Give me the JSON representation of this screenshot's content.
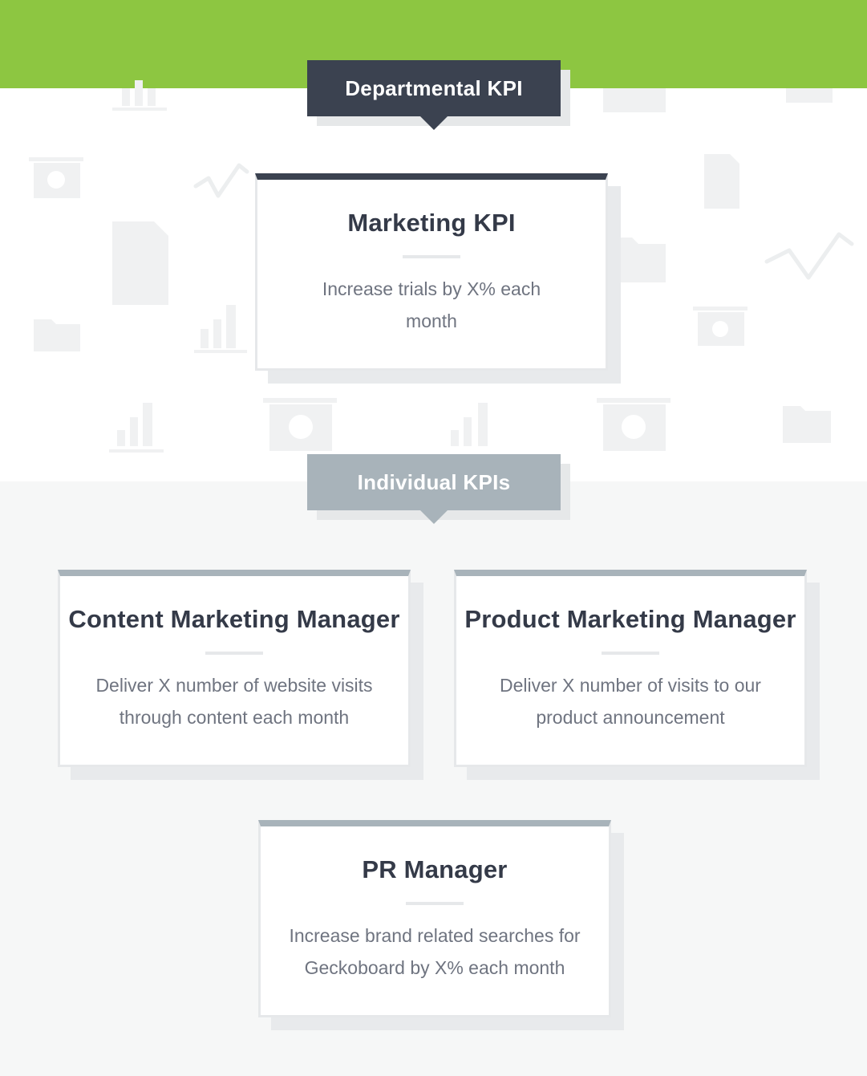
{
  "colors": {
    "header_band": "#8dc641",
    "dark_ribbon": "#3b4250",
    "grey_ribbon": "#a8b3ba",
    "title_text": "#343a48",
    "body_text": "#6f7480",
    "lower_background": "#f6f7f7"
  },
  "departmental": {
    "label": "Departmental KPI",
    "card": {
      "title": "Marketing KPI",
      "description": "Increase trials by X% each month"
    }
  },
  "individual": {
    "label": "Individual KPIs",
    "cards": [
      {
        "title": "Content Marketing Manager",
        "description": "Deliver X number of website visits through content each month"
      },
      {
        "title": "Product Marketing Manager",
        "description": "Deliver X number of visits to our product announcement"
      },
      {
        "title": "PR Manager",
        "description": "Increase brand related searches for Geckoboard by X% each month"
      }
    ]
  },
  "background_icons": [
    "bar-chart-icon",
    "presentation-board-icon",
    "document-icon",
    "folder-icon",
    "line-graph-icon"
  ]
}
